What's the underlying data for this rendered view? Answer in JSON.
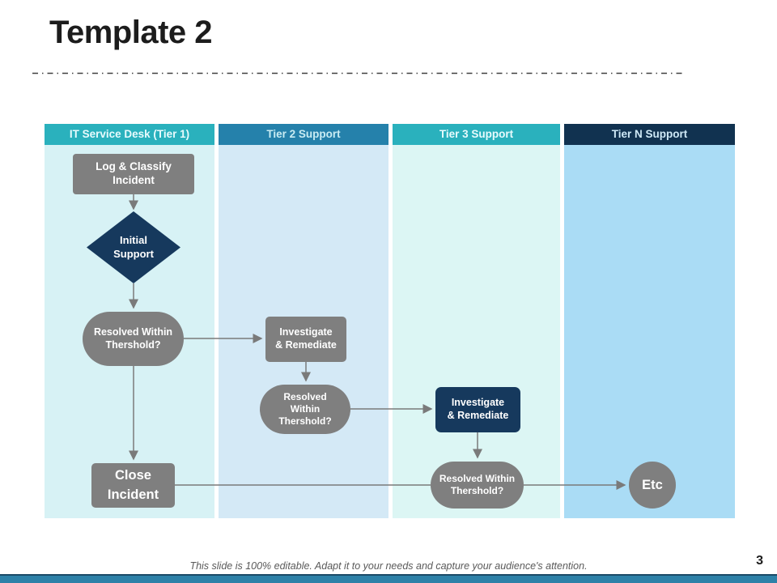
{
  "slide": {
    "title": "Template 2",
    "page_number": "3",
    "footer_note": "This slide is 100% editable. Adapt it to your needs and capture your audience's attention."
  },
  "lanes": [
    {
      "label": "IT Service Desk (Tier 1)"
    },
    {
      "label": "Tier 2 Support"
    },
    {
      "label": "Tier 3 Support"
    },
    {
      "label": "Tier N Support"
    }
  ],
  "flowchart": {
    "log_classify": "Log & Classify\nIncident",
    "initial_support": "Initial\nSupport",
    "resolved_tier1": "Resolved Within\nThershold?",
    "investigate_tier2": "Investigate\n& Remediate",
    "resolved_tier2": "Resolved\nWithin\nThershold?",
    "investigate_tier3": "Investigate\n& Remediate",
    "resolved_tier3": "Resolved Within\nThershold?",
    "close_incident": "Close\nIncident",
    "etc": "Etc"
  },
  "colors": {
    "header_teal": "#2ab1bd",
    "header_blue": "#2581ab",
    "header_navy": "#113250",
    "lane_tier1_bg": "#d7f2f5",
    "lane_tier2_bg": "#d4e9f6",
    "lane_tier3_bg": "#dcf6f4",
    "lane_tiern_bg": "#aadcf5",
    "node_gray": "#7f7f7f",
    "node_navy": "#16395d",
    "connector_gray": "#7a7a7a",
    "footer_bar_teal": "#2e81a8",
    "footer_bar_navy": "#1b4a67"
  }
}
